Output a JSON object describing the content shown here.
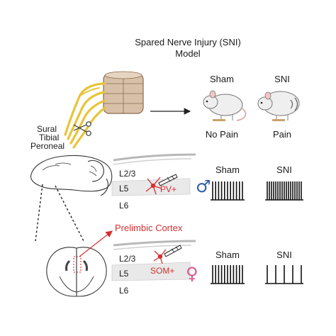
{
  "title": {
    "line1": "Spared Nerve Injury (SNI)",
    "line2": "Model"
  },
  "nerves": {
    "sural": "Sural",
    "tibial": "Tibial",
    "peroneal": "Peroneal"
  },
  "model_panel": {
    "sham_label": "Sham",
    "sni_label": "SNI",
    "sham_outcome": "No Pain",
    "sni_outcome": "Pain"
  },
  "brain": {
    "region_label": "Prelimbic Cortex"
  },
  "male_panel": {
    "layers": [
      "L2/3",
      "L5",
      "L6"
    ],
    "cell_type": "PV+",
    "sex_symbol": "♂",
    "sham_label": "Sham",
    "sni_label": "SNI",
    "sham_spike_count": 11,
    "sni_spike_count": 17
  },
  "female_panel": {
    "layers": [
      "L2/3",
      "L5",
      "L6"
    ],
    "cell_type": "SOM+",
    "sex_symbol": "♀",
    "sham_label": "Sham",
    "sni_label": "SNI",
    "sham_spike_count": 11,
    "sni_spike_count": 5
  },
  "colors": {
    "accent_red": "#d32f2f",
    "male_blue": "#2f5fa8",
    "female_pink": "#d9568a",
    "nerve_yellow": "#e8c43a",
    "spinal_tan": "#d8c0a8"
  }
}
